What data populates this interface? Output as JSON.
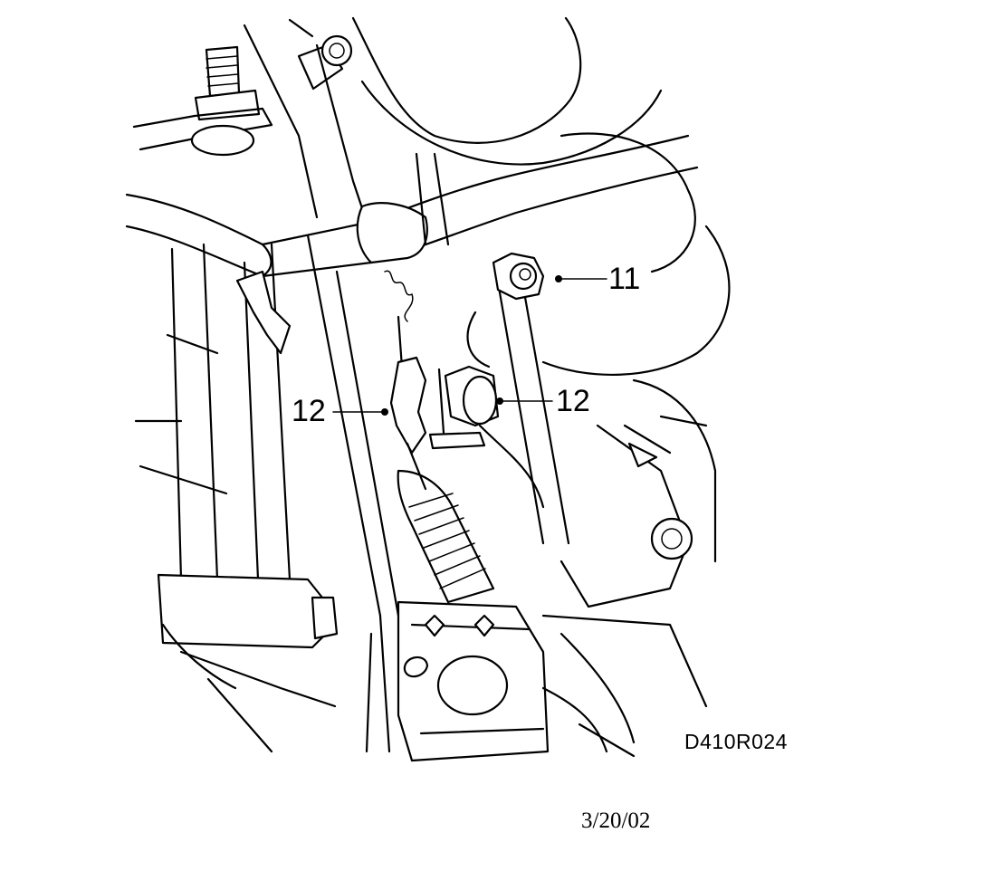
{
  "diagram": {
    "callouts": [
      {
        "id": "nut",
        "number": "11"
      },
      {
        "id": "left-joint",
        "number": "12"
      },
      {
        "id": "right-joint",
        "number": "12"
      }
    ],
    "figure_id": "D410R024",
    "date": "3/20/02",
    "colors": {
      "line": "#000000",
      "background": "#ffffff"
    }
  }
}
